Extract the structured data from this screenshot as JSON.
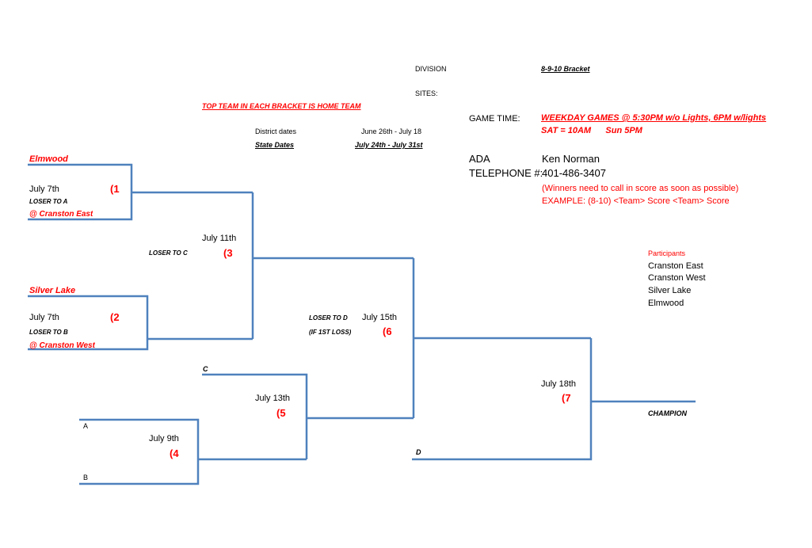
{
  "header": {
    "division_label": "DIVISION",
    "division_value": "8-9-10 Bracket",
    "sites_label": "SITES:",
    "home_team_note": "TOP TEAM IN EACH BRACKET IS HOME TEAM",
    "district_label": "District dates",
    "district_value": "June 26th - July 18",
    "state_label": "State Dates",
    "state_value": "July 24th - July 31st"
  },
  "info": {
    "game_time_label": "GAME TIME:",
    "weekday": "WEEKDAY GAMES @ 5:30PM w/o Lights,  6PM w/lights",
    "weekend": "SAT = 10AM      Sun 5PM",
    "ada_label": "ADA",
    "ada_value": "Ken Norman",
    "phone_label": "TELEPHONE #:",
    "phone_value": "401-486-3407",
    "note": "(Winners need to call in score as soon as possible)",
    "example": "EXAMPLE: (8-10) <Team> Score <Team> Score"
  },
  "participants": {
    "title": "Participants",
    "teams": [
      "Cranston East",
      "Cranston West",
      "Silver Lake",
      "Elmwood"
    ]
  },
  "games": [
    {
      "team": "Elmwood",
      "date": "July 7th",
      "num": "(1",
      "loser": "LOSER TO A",
      "site": "@ Cranston East"
    },
    {
      "team": "Silver Lake",
      "date": "July 7th",
      "num": "(2",
      "loser": "LOSER TO B",
      "site": "@ Cranston West"
    },
    {
      "date": "July 11th",
      "num": "(3",
      "loser": "LOSER TO C"
    },
    {
      "date": "July 9th",
      "num": "(4",
      "slot_a": "A",
      "slot_b": "B"
    },
    {
      "date": "July 13th",
      "num": "(5",
      "slot_c": "C"
    },
    {
      "date": "July 15th",
      "num": "(6",
      "loser": "LOSER TO D",
      "loser2": "(IF 1ST LOSS)"
    },
    {
      "date": "July 18th",
      "num": "(7",
      "slot_d": "D",
      "champion": "CHAMPION"
    }
  ]
}
